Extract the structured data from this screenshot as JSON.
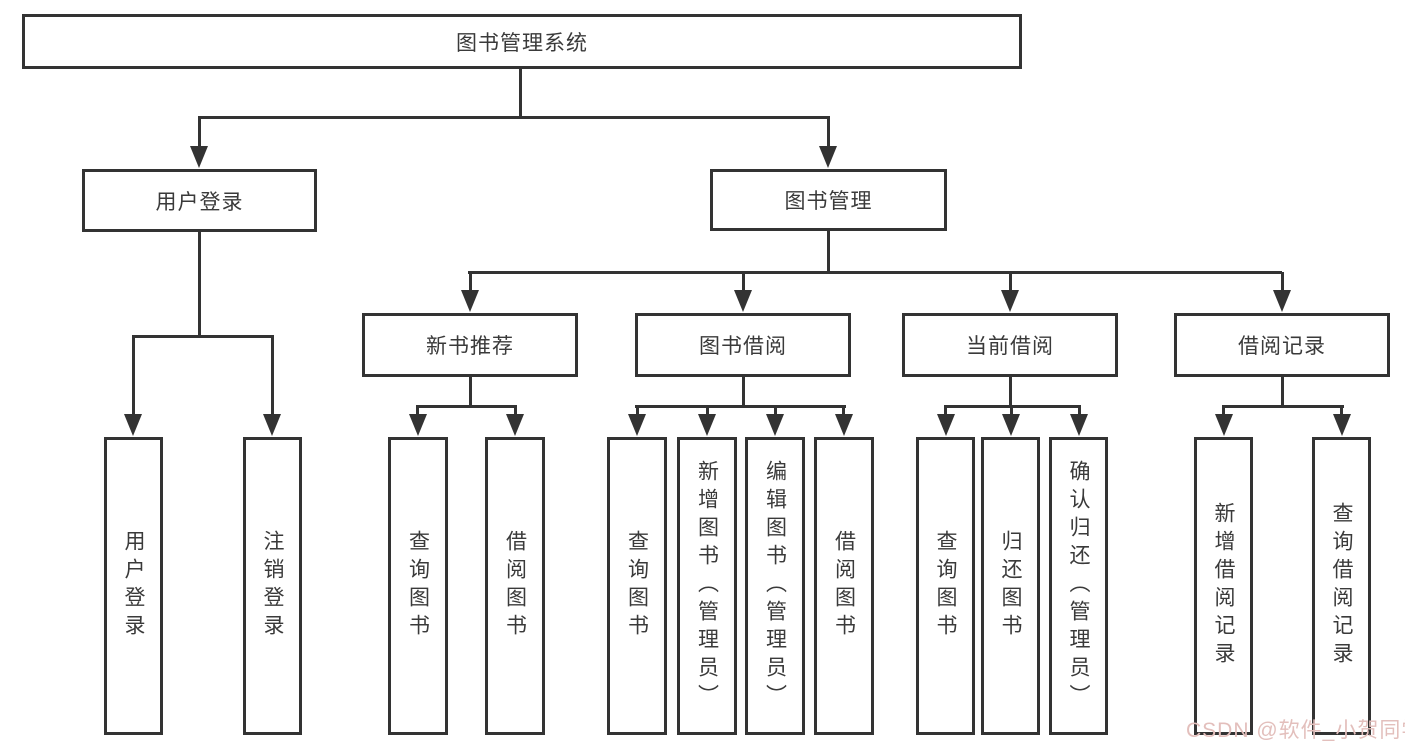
{
  "diagram": {
    "root": "图书管理系统",
    "level2": {
      "user_login": "用户登录",
      "book_management": "图书管理"
    },
    "level3": {
      "new_book_recommend": "新书推荐",
      "book_borrow": "图书借阅",
      "current_borrow": "当前借阅",
      "borrow_records": "借阅记录"
    },
    "leaves": {
      "user_login": "用户登录",
      "logout_login": "注销登录",
      "nb_query_books": "查询图书",
      "nb_borrow_books": "借阅图书",
      "bb_query_books": "查询图书",
      "bb_add_books": "新增图书（管理员）",
      "bb_edit_books": "编辑图书（管理员）",
      "bb_borrow_books": "借阅图书",
      "cb_query_books": "查询图书",
      "cb_return_books": "归还图书",
      "cb_confirm_return": "确认归还（管理员）",
      "rec_add_record": "新增借阅记录",
      "rec_query_record": "查询借阅记录"
    }
  },
  "watermark": "CSDN @软件_小贺同学",
  "colors": {
    "line": "#333333",
    "box_border": "#333333",
    "text": "#3a3a3a",
    "watermark": "#e3bfbc",
    "background": "#ffffff"
  }
}
